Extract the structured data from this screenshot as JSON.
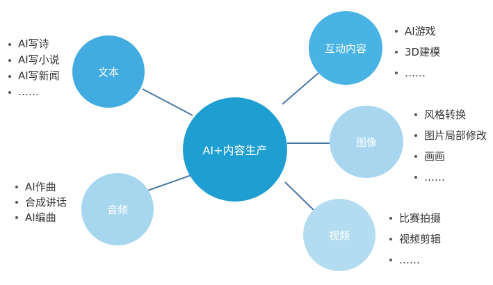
{
  "center_label": "AI+内容生产",
  "branches": {
    "text": {
      "label": "文本",
      "items": [
        "AI写诗",
        "AI写小说",
        "AI写新闻",
        "……"
      ]
    },
    "interactive": {
      "label": "互动内容",
      "items": [
        "AI游戏",
        "3D建模",
        "……"
      ]
    },
    "image": {
      "label": "图像",
      "items": [
        "风格转换",
        "图片局部修改",
        "画画",
        "……"
      ]
    },
    "audio": {
      "label": "音频",
      "items": [
        "AI作曲",
        "合成讲话",
        "AI编曲"
      ]
    },
    "video": {
      "label": "视频",
      "items": [
        "比赛拍摄",
        "视频剪辑",
        "……"
      ]
    }
  },
  "colors": {
    "center": "#1f9fd1",
    "text_node": "#42ace0",
    "interactive_node": "#49b3e3",
    "image_node": "#a8d6ee",
    "audio_node": "#a7d7ee",
    "video_node": "#b3dcf0",
    "connector": "#4a76a3"
  }
}
